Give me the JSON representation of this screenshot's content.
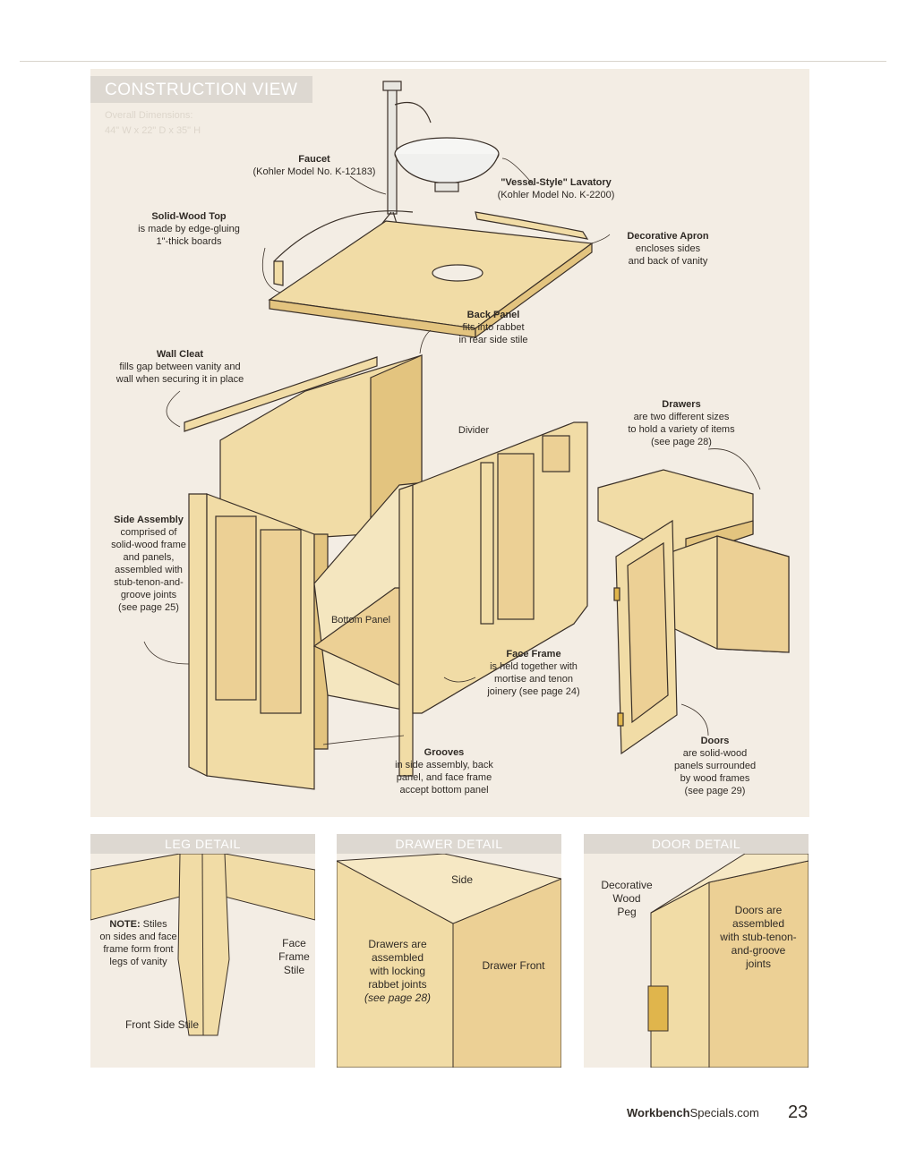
{
  "main": {
    "banner": "CONSTRUCTION VIEW",
    "dims_label": "Overall Dimensions:",
    "dims_value": "44\" W x 22\" D x 35\" H",
    "callouts": {
      "faucet": {
        "title": "Faucet",
        "body": "(Kohler Model No. K-12183)"
      },
      "lavatory": {
        "title": "\"Vessel-Style\" Lavatory",
        "body": "(Kohler Model No. K-2200)"
      },
      "top": {
        "title": "Solid-Wood Top",
        "body": "is made by edge-gluing\n1\"-thick boards"
      },
      "apron": {
        "title": "Decorative Apron",
        "body": "encloses sides\nand back of vanity"
      },
      "back_panel": {
        "title": "Back Panel",
        "body": "fits into rabbet\nin rear side stile"
      },
      "wall_cleat": {
        "title": "Wall Cleat",
        "body": "fills gap between vanity and\nwall when securing it in place"
      },
      "drawers": {
        "title": "Drawers",
        "body": "are two different sizes\nto hold a variety of items\n(see page 28)"
      },
      "divider": {
        "title": "Divider"
      },
      "side_assembly": {
        "title": "Side Assembly",
        "body": "comprised of\nsolid-wood frame\nand panels,\nassembled with\nstub-tenon-and-\ngroove joints\n(see page 25)"
      },
      "bottom_panel": {
        "title": "Bottom Panel"
      },
      "face_frame": {
        "title": "Face Frame",
        "body": "is held together with\nmortise and tenon\njoinery (see page 24)"
      },
      "grooves": {
        "title": "Grooves",
        "body": "in side assembly, back\npanel, and face frame\naccept bottom panel"
      },
      "doors": {
        "title": "Doors",
        "body": "are solid-wood\npanels surrounded\nby wood frames\n(see page 29)"
      }
    }
  },
  "details": {
    "leg": {
      "title": "LEG DETAIL",
      "note_bold": "NOTE:",
      "note": " Stiles\non sides and face\nframe form front\nlegs of vanity",
      "face_frame_stile": "Face\nFrame\nStile",
      "front_side_stile": "Front Side Stile"
    },
    "drawer": {
      "title": "DRAWER DETAIL",
      "side": "Side",
      "assembled": "Drawers are\nassembled\nwith locking\nrabbet joints",
      "see_page": "(see page 28)",
      "drawer_front": "Drawer Front"
    },
    "door": {
      "title": "DOOR DETAIL",
      "peg": "Decorative\nWood\nPeg",
      "assembled": "Doors are\nassembled\nwith stub-tenon-\nand-groove\njoints"
    }
  },
  "footer": {
    "brand_bold": "Workbench",
    "brand_rest": "Specials.com",
    "page_number": "23"
  },
  "colors": {
    "wood": "#f1dca6",
    "wood_dark": "#e3c47f",
    "panel_bg": "#f3ede4",
    "banner_bg": "#ddd8d1",
    "line": "#3a3028"
  }
}
